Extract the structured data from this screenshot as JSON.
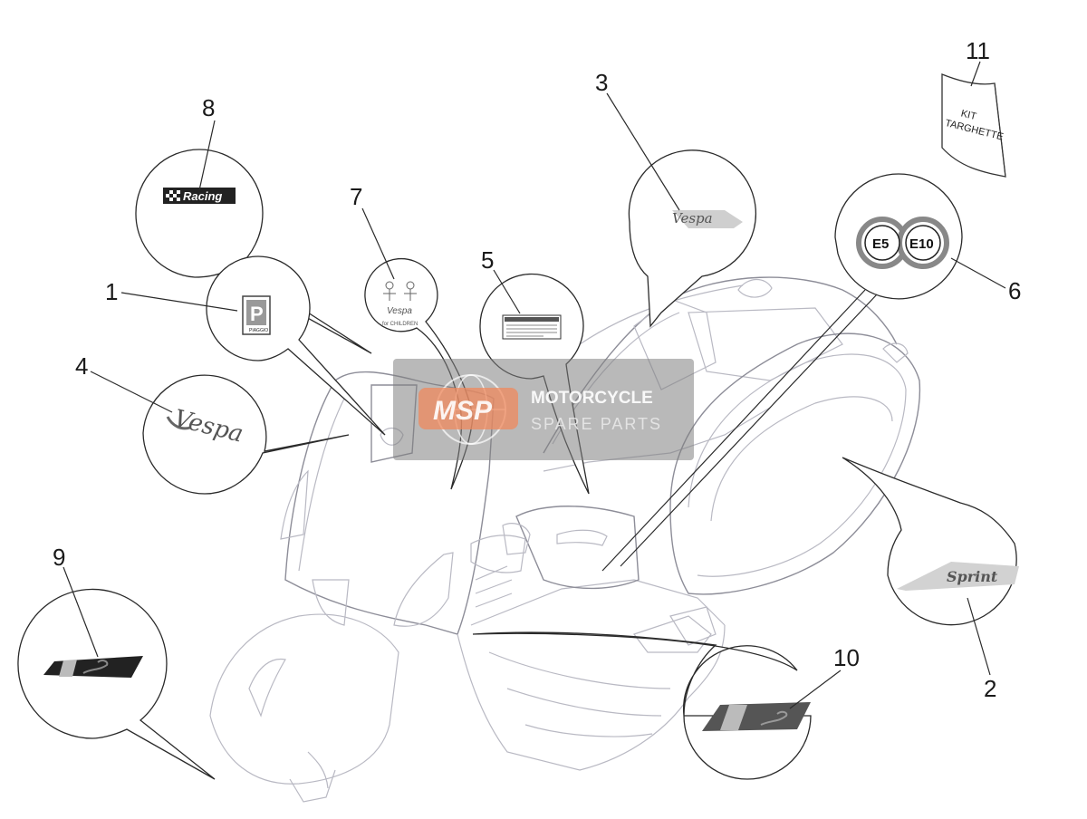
{
  "callouts": [
    {
      "id": "1",
      "label": "1"
    },
    {
      "id": "2",
      "label": "2"
    },
    {
      "id": "3",
      "label": "3"
    },
    {
      "id": "4",
      "label": "4"
    },
    {
      "id": "5",
      "label": "5"
    },
    {
      "id": "6",
      "label": "6"
    },
    {
      "id": "7",
      "label": "7"
    },
    {
      "id": "8",
      "label": "8"
    },
    {
      "id": "9",
      "label": "9"
    },
    {
      "id": "10",
      "label": "10"
    },
    {
      "id": "11",
      "label": "11"
    }
  ],
  "decals": {
    "racing": "Racing",
    "piaggio": "PIAGGIO",
    "vespa_script": "Vespa",
    "vespa_children": "Vespa",
    "for_children": "for CHILDREN",
    "sprint": "Sprint",
    "e5": "E5",
    "e10": "E10",
    "kit_line1": "KIT",
    "kit_line2": "TARGHETTE"
  },
  "watermark": {
    "logo": "MSP",
    "title": "MOTORCYCLE",
    "subtitle": "SPARE PARTS"
  },
  "colors": {
    "line": "#2a2a2a",
    "outline": "#b9b9c3",
    "watermark_gray": "#7f7f7f",
    "watermark_orange": "#f08a5d"
  }
}
